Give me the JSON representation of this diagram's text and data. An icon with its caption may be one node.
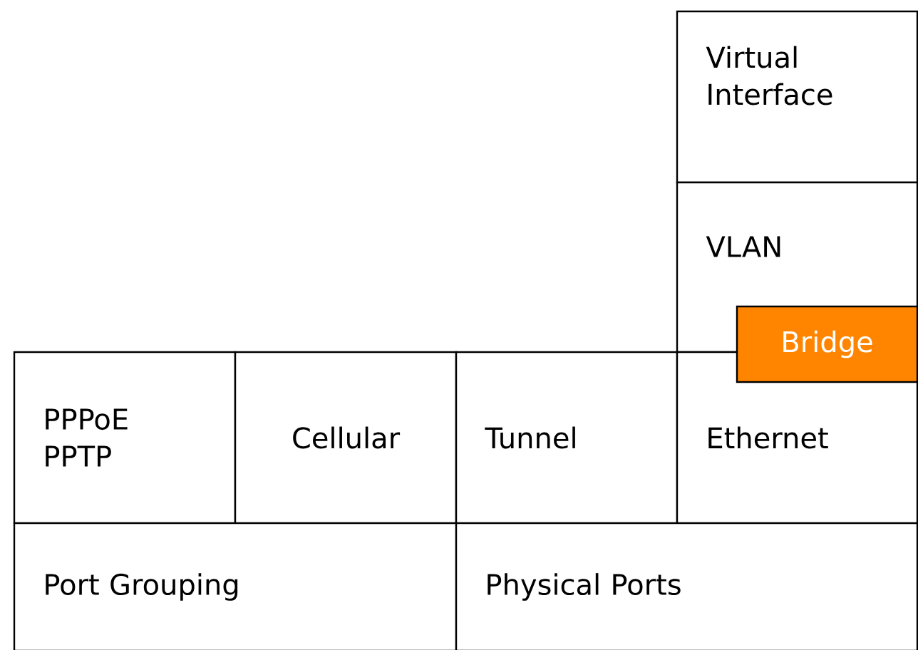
{
  "diagram": {
    "nodes": [
      {
        "text": [
          "Virtual Interface"
        ]
      },
      {
        "text": [
          "VLAN"
        ]
      },
      {
        "text": [
          "Bridge"
        ]
      },
      {
        "text": [
          "PPPoE PPTP"
        ]
      },
      {
        "text": [
          "Cellular"
        ]
      },
      {
        "text": [
          "Tunnel"
        ]
      },
      {
        "text": [
          "Ethernet"
        ]
      },
      {
        "text": [
          "Port Grouping"
        ]
      },
      {
        "text": [
          "Physical Ports"
        ]
      }
    ]
  }
}
